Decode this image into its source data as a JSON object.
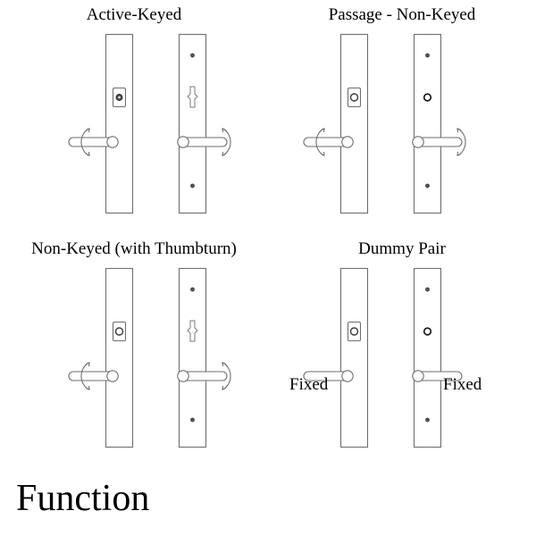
{
  "sheet": {
    "title": "Function",
    "background_color": "#ffffff",
    "line_color": "#6e6e6e",
    "text_color": "#000000"
  },
  "groups": [
    {
      "id": "active-keyed",
      "title": "Active-Keyed",
      "exterior": {
        "side": "left",
        "trim": "key-cylinder",
        "lever": "rotating",
        "screws": 0
      },
      "interior": {
        "side": "right",
        "trim": "thumbturn",
        "lever": "rotating",
        "screws": 2
      }
    },
    {
      "id": "passage-non-keyed",
      "title": "Passage - Non-Keyed",
      "exterior": {
        "side": "left",
        "trim": "blank-cylinder",
        "lever": "rotating",
        "screws": 0
      },
      "interior": {
        "side": "right",
        "trim": "blank-hole",
        "lever": "rotating",
        "screws": 2
      }
    },
    {
      "id": "non-keyed-with-thumbturn",
      "title": "Non-Keyed (with Thumbturn)",
      "exterior": {
        "side": "left",
        "trim": "blank-cylinder",
        "lever": "rotating",
        "screws": 0
      },
      "interior": {
        "side": "right",
        "trim": "thumbturn",
        "lever": "rotating",
        "screws": 2
      }
    },
    {
      "id": "dummy-pair",
      "title": "Dummy Pair",
      "exterior": {
        "side": "left",
        "trim": "blank-cylinder",
        "lever": "fixed",
        "lever_label": "Fixed",
        "screws": 0
      },
      "interior": {
        "side": "right",
        "trim": "blank-hole",
        "lever": "fixed",
        "lever_label": "Fixed",
        "screws": 2
      }
    }
  ],
  "legend": {
    "fixed_label": "Fixed"
  }
}
